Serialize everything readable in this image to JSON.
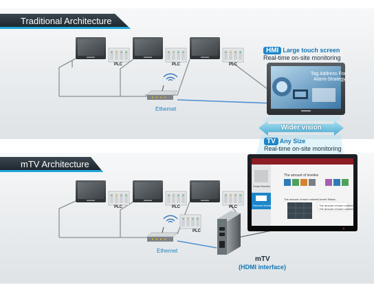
{
  "sections": {
    "traditional_title": "Traditional Architecture",
    "mtv_title": "mTV Architecture"
  },
  "top": {
    "plc_labels": [
      "PLC",
      "PLC",
      "PLC"
    ],
    "ethernet_label": "Ethernet",
    "hmi_tag": "HMI",
    "hmi_tag_text": "Large touch screen",
    "hmi_subtitle": "Real-time on-site monitoring",
    "hmi_screen_line1": "Tag Address For",
    "hmi_screen_line2": "Alarm-Strategy"
  },
  "center": {
    "wider_vision": "Wider vision"
  },
  "bottom": {
    "tv_tag": "TV",
    "tv_tag_text": "Any Size",
    "tv_subtitle": "Real-time on-site monitoring",
    "plc_labels": [
      "PLC",
      "PLC",
      "PLC",
      "PLC"
    ],
    "ethernet_label": "Ethernet",
    "mtv_label": "mTV",
    "mtv_sub": "(HDMI interface)",
    "tv_screen": {
      "menu_1": "Smart Monitor",
      "menu_2": "Remote Monitor",
      "amount_levels": "The amount of levelies",
      "amount_each": "The amount of each volume",
      "current_status": "Current Status",
      "amount_a": "The amount of each volume",
      "amount_b": "The amount of each volume"
    }
  },
  "colors": {
    "accent": "#1d86c9",
    "ethernet_line": "#4f8fd0",
    "title_bar": "#1b232a",
    "wider_vision_arrow": "#5fbfdf"
  }
}
